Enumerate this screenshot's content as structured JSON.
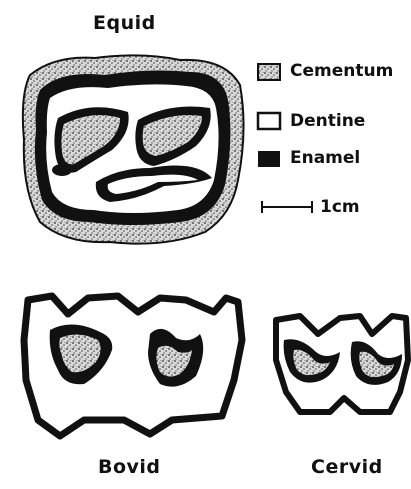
{
  "titles": {
    "equid": "Equid",
    "bovid": "Bovid",
    "cervid": "Cervid"
  },
  "legend": {
    "items": [
      {
        "label": "Cementum",
        "swatch": "stippled"
      },
      {
        "label": "Dentine",
        "swatch": "open"
      },
      {
        "label": "Enamel",
        "swatch": "solid"
      }
    ],
    "scale_label": "1cm"
  },
  "colors": {
    "ink": "#111111",
    "cementum_fill": "#d8d8d8",
    "background": "#ffffff"
  }
}
